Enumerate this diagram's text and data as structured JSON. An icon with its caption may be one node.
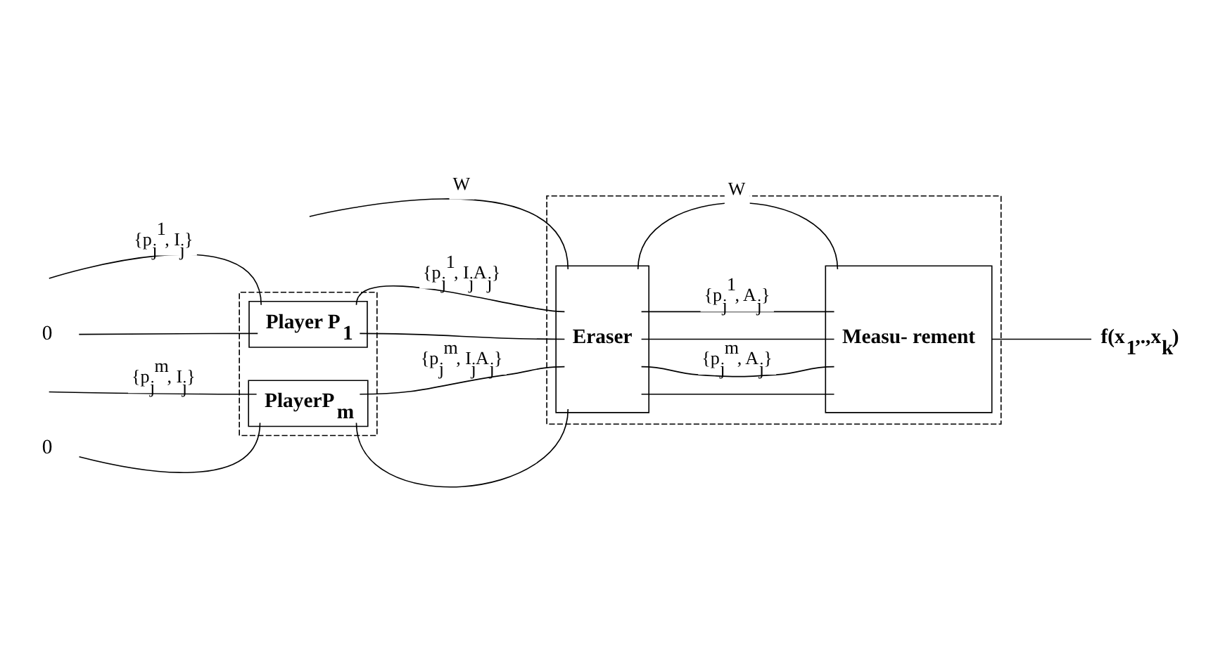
{
  "diagram": {
    "nodes": [
      {
        "text": [],
        "shape": "box"
      },
      {
        "text": [
          "Player P$_{1}$"
        ],
        "in": 0
      },
      {
        "text": [
          "PlayerP$_{m}$"
        ],
        "in": 0
      },
      {
        "text": [],
        "shape": "box"
      },
      {
        "text": [
          "Eraser"
        ],
        "in": 3
      },
      {
        "text": [
          "Measu- rement"
        ],
        "in": 3
      },
      {
        "text": [
          "0"
        ]
      },
      {
        "text": [
          "0"
        ]
      },
      {
        "text": [
          "f(x$_{1}$,.,x$_{k}$)"
        ]
      }
    ],
    "edges": [
      {
        "from": null,
        "to": 4,
        "arrow": "none",
        "label": "W"
      },
      {
        "from": 4,
        "to": 5,
        "arrow": "none",
        "label": "W"
      },
      {
        "from": null,
        "to": 1,
        "arrow": "none",
        "label": "{p$_{j}$$^{1}$, I$_{j}$}"
      },
      {
        "from": 6,
        "to": 1,
        "arrow": "none"
      },
      {
        "from": 1,
        "to": 4,
        "arrow": "none",
        "label": "{p$_{j}$$^{1}$, I$_{j}$A$_{j}$}"
      },
      {
        "from": 1,
        "to": 4,
        "arrow": "none"
      },
      {
        "from": 4,
        "to": 5,
        "arrow": "none",
        "label": "{p$_{j}$$^{1}$, A$_{j}$}"
      },
      {
        "from": 4,
        "to": 5,
        "arrow": "none"
      },
      {
        "from": null,
        "to": 2,
        "arrow": "none",
        "label": "{p$_{j}$$^{m}$, I$_{j}$}"
      },
      {
        "from": 7,
        "to": 2,
        "arrow": "none"
      },
      {
        "from": 2,
        "to": 4,
        "arrow": "none",
        "label": "{p$_{j}$$^{m}$, I$_{j}$A$_{j}$}"
      },
      {
        "from": 2,
        "to": 4,
        "arrow": "none"
      },
      {
        "from": 4,
        "to": 5,
        "arrow": "none",
        "label": "{p$_{j}$$^{m}$, A$_{j}$}"
      },
      {
        "from": 4,
        "to": 5,
        "arrow": "none"
      },
      {
        "from": 5,
        "to": 8,
        "arrow": "none"
      }
    ]
  }
}
